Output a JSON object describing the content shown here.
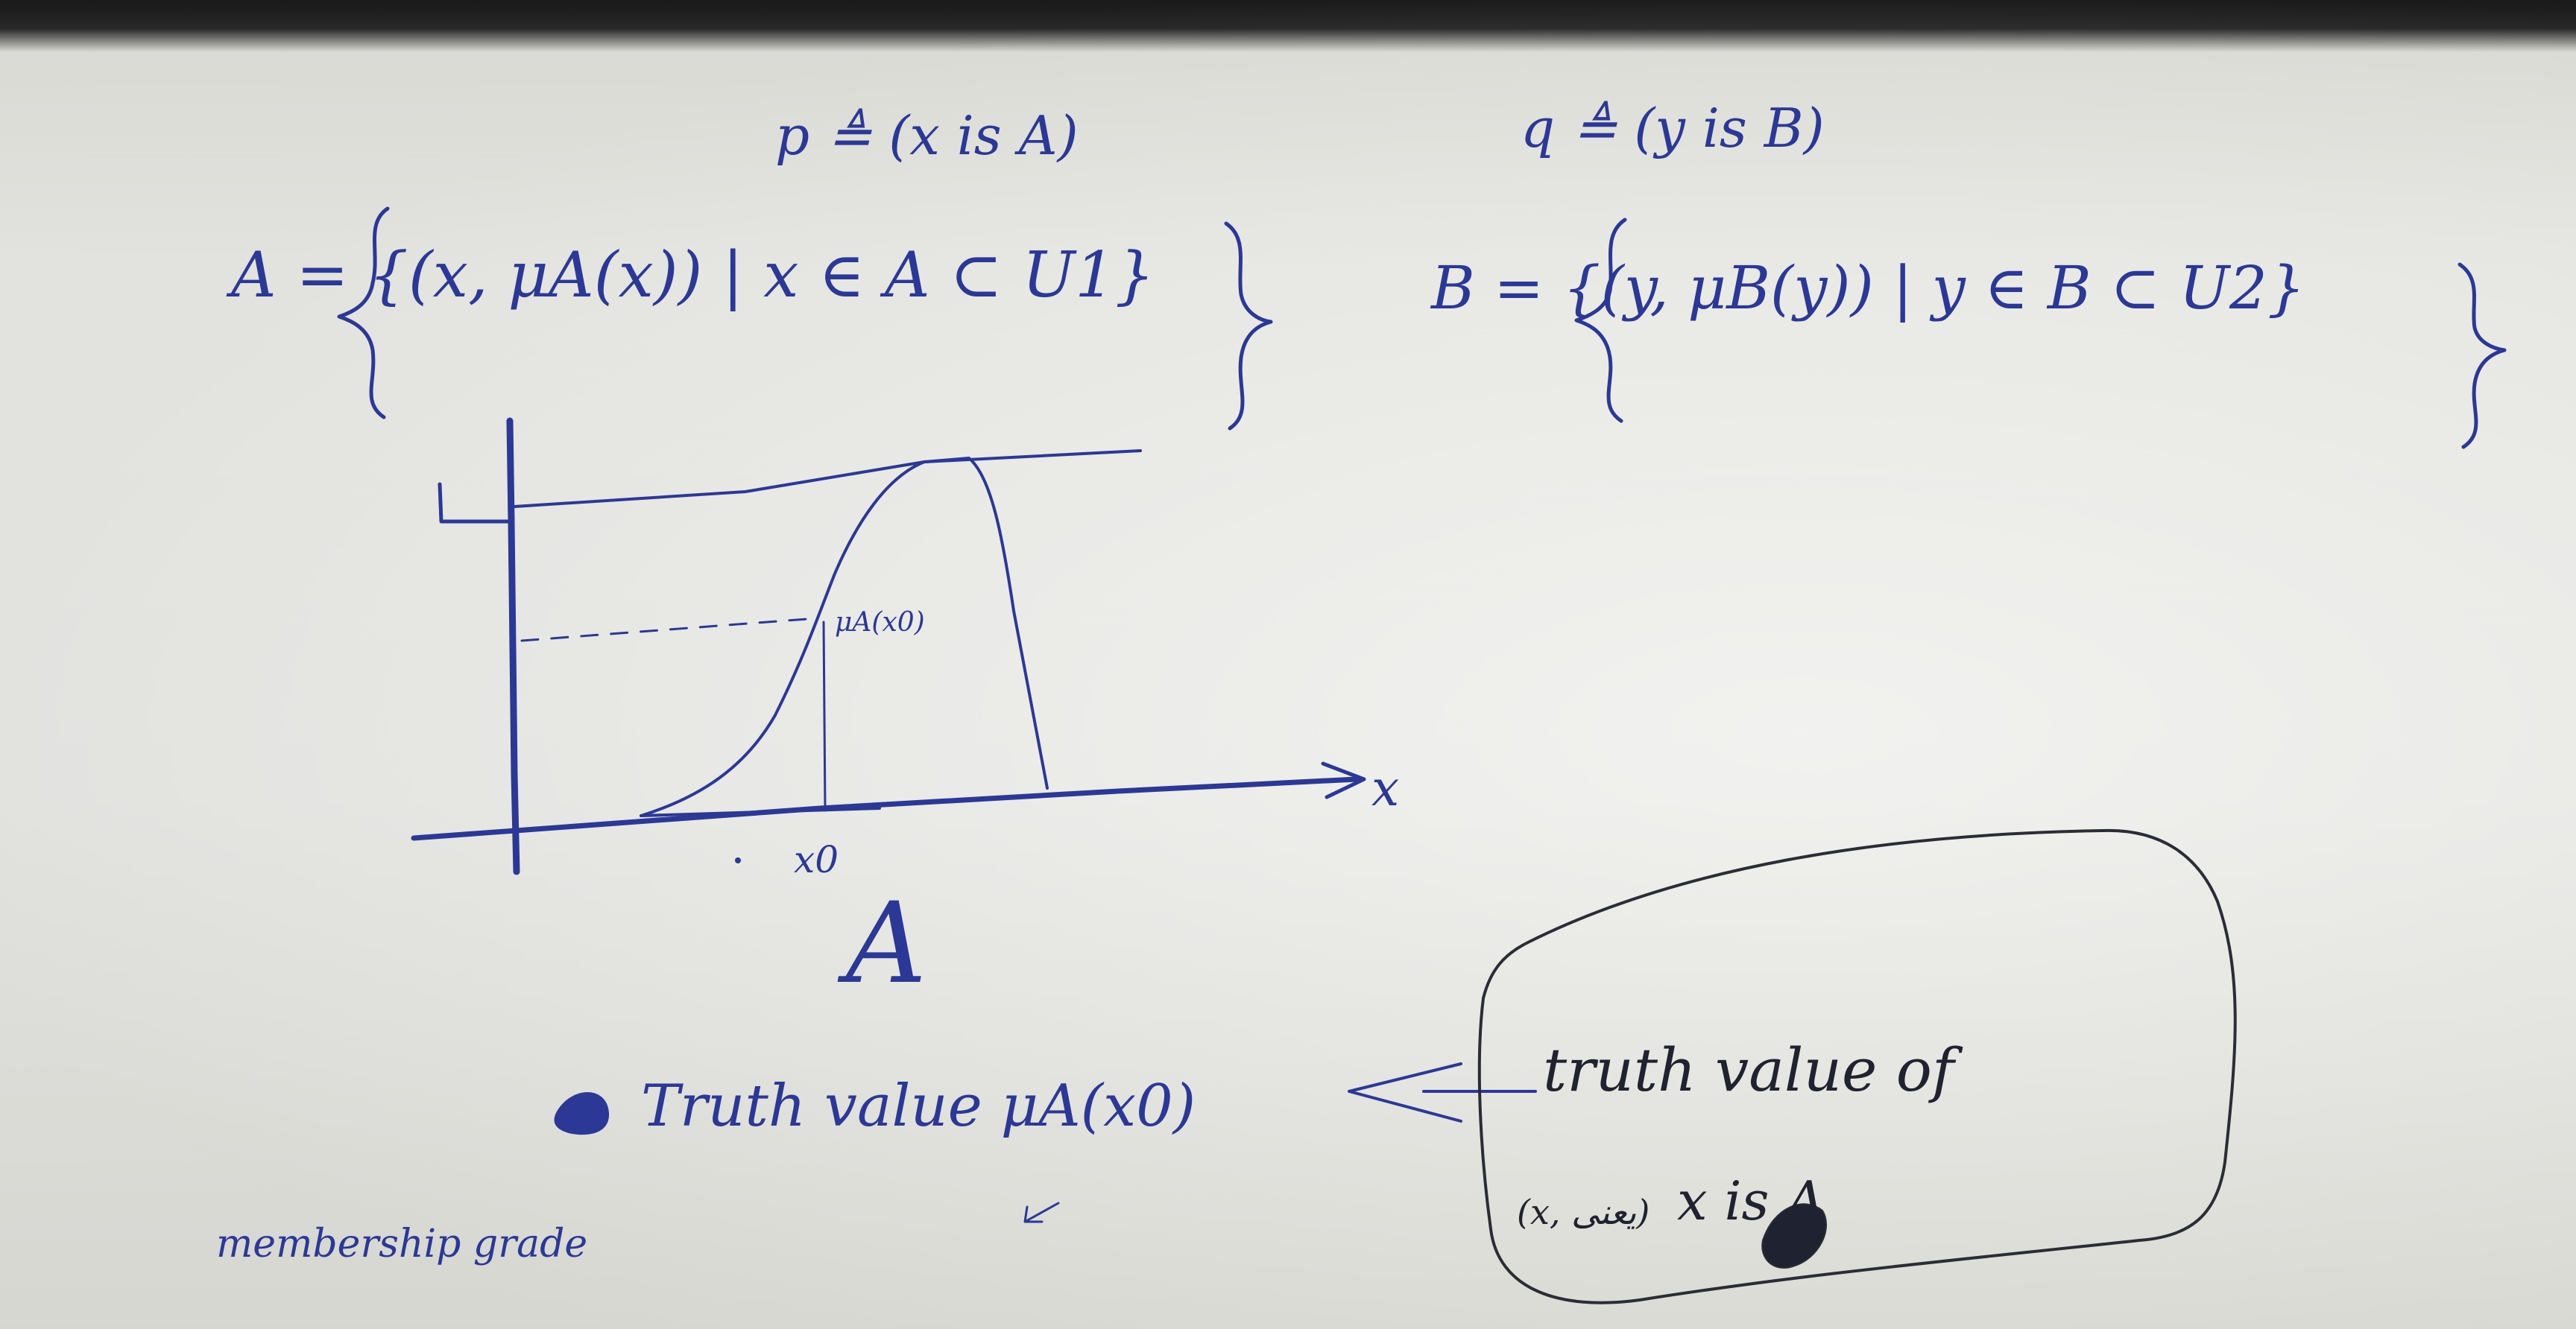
{
  "note": {
    "prop_p": "p ≜ (x is A)",
    "prop_q": "q ≜ (y is B)",
    "set_a": "A = {(x, μA(x)) | x ∈ A ⊂ U1}",
    "set_b": "B = {(y, μB(y)) | y ∈ B ⊂ U2}",
    "graph": {
      "axis_x_label": "x",
      "tick_x0": "x0",
      "mu_label": "μA(x0)",
      "set_name": "A"
    },
    "truth_value_line": "Truth value μA(x0)",
    "membership_grade": "membership grade",
    "bubble": {
      "line1": "truth value of",
      "line2_persian": "(x, یعنی)",
      "line2_main": "x is A"
    }
  }
}
